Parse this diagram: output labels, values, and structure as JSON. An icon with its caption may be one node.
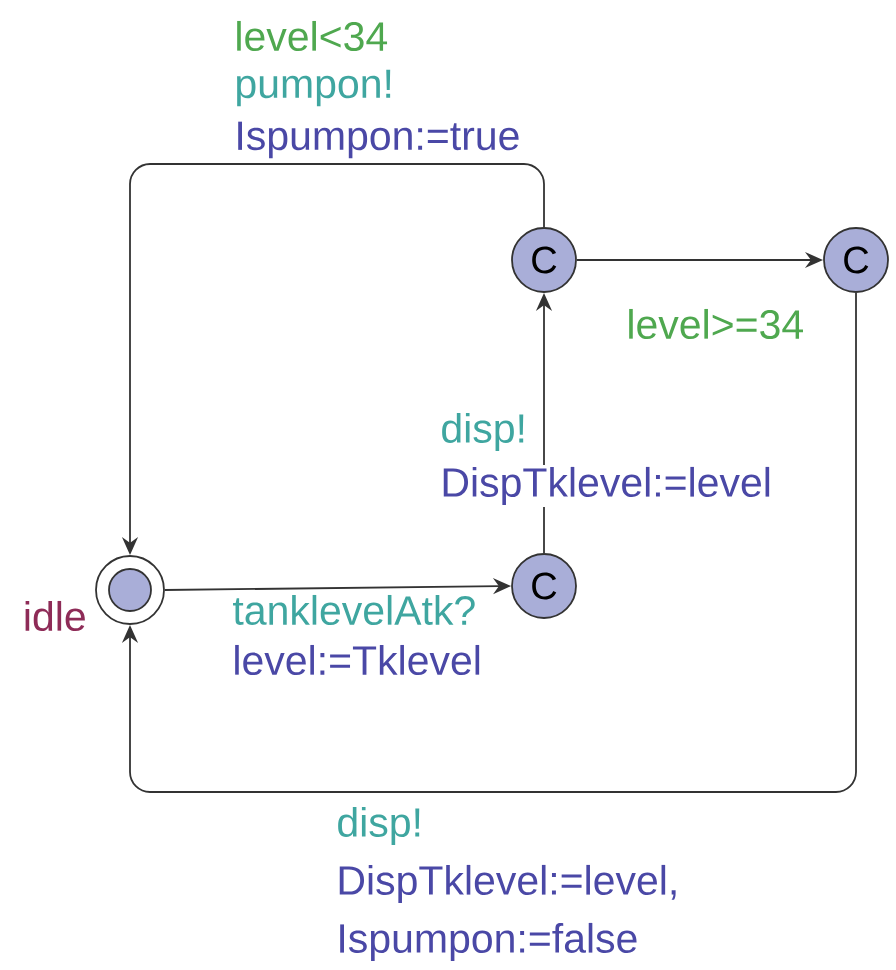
{
  "diagram": {
    "nodes": [
      {
        "text": [],
        "shape": "circle",
        "beside": [
          "idle"
        ]
      },
      {
        "text": [
          "C"
        ]
      },
      {
        "text": [
          "C"
        ]
      },
      {
        "text": [
          "C"
        ]
      }
    ],
    "edges": [
      {
        "from": 0,
        "to": 1,
        "arrow": "to",
        "label": "tanklevelAtk?"
      },
      {
        "from": 1,
        "to": 2,
        "arrow": "to",
        "label": "disp!"
      },
      {
        "from": 2,
        "to": 3,
        "arrow": "to",
        "label": "level>=34"
      },
      {
        "from": 2,
        "to": 0,
        "arrow": "to",
        "label": "level<34"
      },
      {
        "from": 3,
        "to": 0,
        "arrow": "to",
        "label": "disp!"
      }
    ],
    "labels": [
      "pumpon!",
      "Ispumpon:=true",
      "DispTklevel:=level",
      "level:=Tklevel",
      "DispTklevel:=level,",
      "Ispumpon:=false"
    ]
  }
}
